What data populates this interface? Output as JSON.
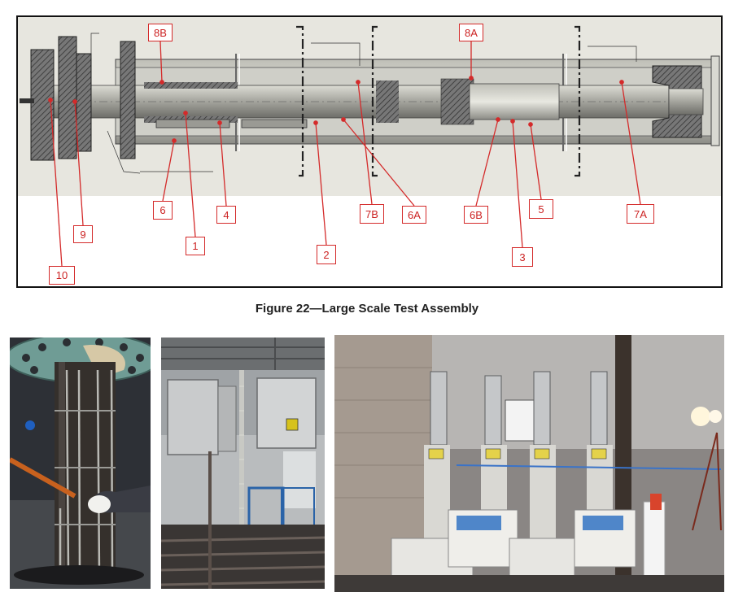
{
  "figure": {
    "caption": "Figure 22—Large Scale Test Assembly",
    "callouts": [
      "8B",
      "8A",
      "6",
      "4",
      "1",
      "7B",
      "6A",
      "2",
      "6B",
      "5",
      "3",
      "7A",
      "9",
      "10"
    ]
  },
  "photos": [
    {
      "subject": "pipe-column-with-flange-photo"
    },
    {
      "subject": "electrical-enclosures-photo"
    },
    {
      "subject": "pump-cylinders-lab-photo"
    }
  ],
  "colors": {
    "callout": "#d42a2a",
    "drawing_bg": "#e7e6df"
  }
}
